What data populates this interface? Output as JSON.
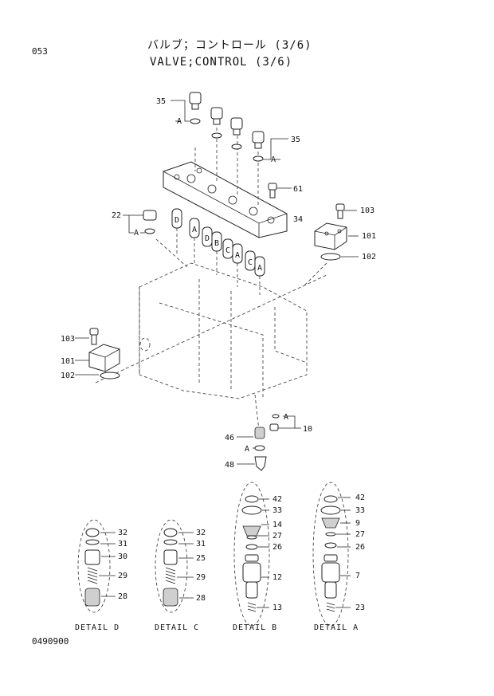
{
  "header": {
    "page_number": "053",
    "title_jp": "バルブ；コントロール (3/6)",
    "title_en": "VALVE;CONTROL (3/6)"
  },
  "footer": {
    "doc_number": "0490900"
  },
  "labels": {
    "p35": "35",
    "p35b": "35",
    "p61": "61",
    "p34": "34",
    "p22": "22",
    "p103": "103",
    "p101": "101",
    "p102": "102",
    "p103b": "103",
    "p101b": "101",
    "p102b": "102",
    "p10": "10",
    "p46": "46",
    "p48": "48",
    "a1": "A",
    "a2": "A",
    "a3": "A",
    "a4": "A",
    "a5": "A"
  },
  "valve_tags": [
    "D",
    "A",
    "D",
    "B",
    "C",
    "A",
    "C",
    "A"
  ],
  "details": [
    {
      "title": "DETAIL D",
      "parts": [
        "32",
        "31",
        "30",
        "29",
        "28"
      ]
    },
    {
      "title": "DETAIL C",
      "parts": [
        "32",
        "31",
        "25",
        "29",
        "28"
      ]
    },
    {
      "title": "DETAIL B",
      "parts": [
        "42",
        "33",
        "14",
        "27",
        "26",
        "12",
        "13"
      ]
    },
    {
      "title": "DETAIL A",
      "parts": [
        "42",
        "33",
        "9",
        "27",
        "26",
        "7",
        "23"
      ]
    }
  ]
}
